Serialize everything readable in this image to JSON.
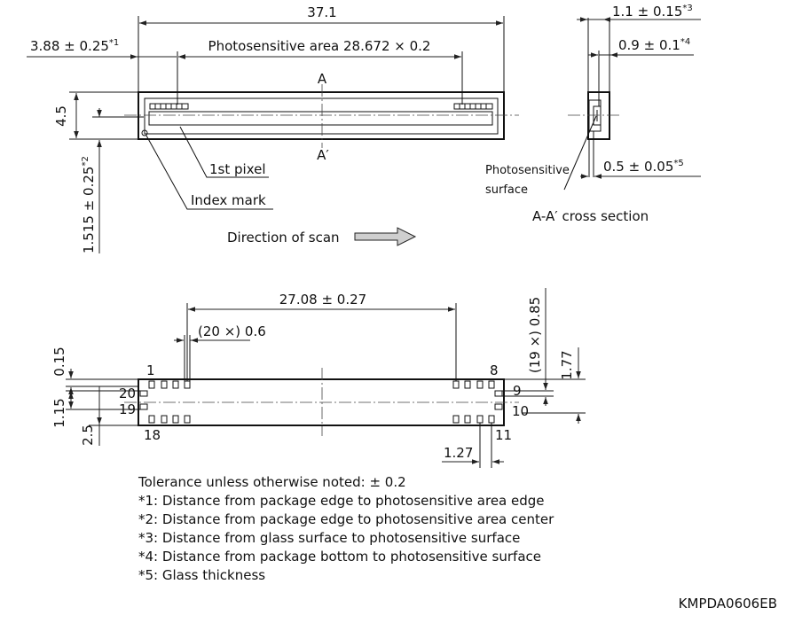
{
  "top_view": {
    "overall_length": "37.1",
    "edge_offset": "3.88 ± 0.25",
    "edge_offset_note": "*1",
    "photosensitive_area": "Photosensitive area 28.672 × 0.2",
    "height": "4.5",
    "center_offset": "1.515 ± 0.25",
    "center_offset_note": "*2",
    "section_a": "A",
    "section_a_prime": "A′",
    "first_pixel": "1st pixel",
    "index_mark": "Index mark",
    "scan_direction": "Direction of scan"
  },
  "cross_section": {
    "glass_to_surface": "1.1 ± 0.15",
    "glass_to_surface_note": "*3",
    "bottom_to_surface": "0.9 ± 0.1",
    "bottom_to_surface_note": "*4",
    "glass_thickness": "0.5 ± 0.05",
    "glass_thickness_note": "*5",
    "surface_label_line1": "Photosensitive",
    "surface_label_line2": "surface",
    "title": "A-A′ cross section"
  },
  "bottom_view": {
    "pin_span": "27.08 ± 0.27",
    "pad_width": "(20 ×) 0.6",
    "pad_height": "(19 ×) 0.85",
    "dim_015": "0.15",
    "dim_115": "1.15",
    "dim_25": "2.5",
    "dim_177": "1.77",
    "pitch": "1.27",
    "pin_labels": {
      "p1": "1",
      "p8": "8",
      "p9": "9",
      "p10": "10",
      "p11": "11",
      "p18": "18",
      "p19": "19",
      "p20": "20"
    }
  },
  "notes": [
    "Tolerance unless otherwise noted: ± 0.2",
    "*1: Distance from package edge to photosensitive area edge",
    "*2: Distance from package edge to photosensitive area center",
    "*3: Distance from glass surface to photosensitive surface",
    "*4: Distance from package bottom to photosensitive surface",
    "*5: Glass thickness"
  ],
  "figure_code": "KMPDA0606EB"
}
